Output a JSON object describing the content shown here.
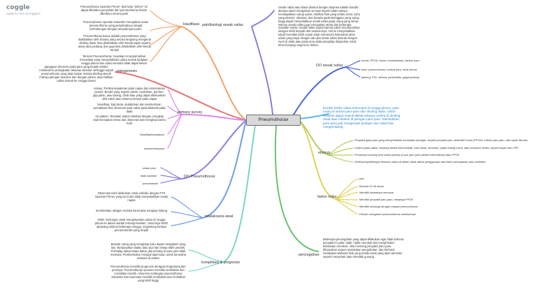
{
  "brand": {
    "name": "coggle",
    "tagline": "made for free at coggle.it"
  },
  "center": "Pneumothorax",
  "colors": {
    "orange": "#f0a46a",
    "red": "#e57373",
    "pink": "#de7fb4",
    "violet": "#dc86ec",
    "indigo": "#8b7fdf",
    "blue": "#6f9ee6",
    "sky": "#5fb8e8",
    "teal": "#79d6c4",
    "green": "#66c46e",
    "yellow": "#e1d25a",
    "lime": "#b3cf62",
    "navy": "#4d66d4"
  },
  "branches": {
    "klasifikasi": {
      "label": "klasifikasi",
      "items": [
        "Pneumothorax Spontan Primer: Dari kata \"primer\" ini dapat diketahui penyebab dari pneumothorax belum diketahui secara pasti",
        "Pneumothorax spontan sekunder merupakan suatu pneumothorax yang penyebabnya sangat berhubungan dengan penyakit paru-paru",
        "Pneumothorax kasus adalah pneumothorax yang diakibatkan oleh trauma yang secara langsung mengenai dinding dada, bisa disebabkan oleh benda tajam seperti pisau atau pedang. dan juga bisa disebabkan oleh benda tumpul",
        "Tension Pneumothorax: Keadaan ini terjadi akibat kerusakan yang menyebabkan udara masuk kedalam rongga pleura dan udara tersebut tidak dapat keluar"
      ]
    },
    "patofisiologi": {
      "label": "patofisiologi sesak nafas",
      "text": "Sesak nafas atau biasa disebut dengan dispnea adalah kondisi dimana tubuh mengalami sensasi seperti tidak mampu mendapatkan cukup udara. Aktifitas fisik yang terlalu berat, suhu yang ekstrim, obesitas, dan berada pada ketinggian yang cukup tinggi dapat menyebabkan sesak nafas pada orang yang sehat. Namun sesak nafas juga merupakan tanda dari beberapa masalah medis. Sesak nafas terjadi karena tubuh membutuhkan oksigen lebih banyak dari sebelumnya. Hal ini menyebabkan tubuh bernafas lebih cepat untuk memenuhi kebutuhan akan udara yang kaya oksigen dan jika sesak nafas disertai dengan nyeri di dada atau pada area dada pengidap dianjurkan untuk terus kunjungi segera ke dokter"
    },
    "patogenesis": {
      "label": "patogenesis",
      "text": "gangguan deuresis pada paru yang terjadi melalui mekanisme peningkatan tekanan alveolar sehingga terjadi pneumothorax yang akan keluar melalui dinding alveoli menuju jaringan alveolus dan dengan pleura, atau bahkan udara masuk ke rongga pleura"
    },
    "primary_survey": {
      "label": "primary survey",
      "items": [
        "Airway: Periksa kepatenan jalan napas dan kemampuan pasien. Benda yang sejenis darah, muntahan, permen, gigi palsu, atau tulang. Obat atau yang dapat dikeluarkan oleh tubuh atau sistema bentuk jalan napas",
        "breathing: kaji irama, kedalaman dan kesimetrisan pernafasan dan observasi pola nafas pada bilateral pada dada",
        "circulation: Tentukan status sirkulasi dengan mengkaji nadi kecepatan irama dan observasi dan mengkaji warna kulit",
        "Disability/kesadaran",
        "expose/eksposur"
      ]
    },
    "do_pneumothorax": {
      "label": "DO Pneumothorax",
      "items": [
        "sesak paru",
        "tidak sadaran",
        "pneumatosis"
      ]
    },
    "tatalaksana": {
      "label": "tatalaksana awal",
      "items": [
        "Observasi tekni dilakukan untuk individu dengan PTS Spontan Primer yang kecil dan tidak menyebabkan sesak napas",
        "memberikan oksigen melalui kanul atau sungkup hidung",
        "WSD: berfungsi untuk mengeluarkan udara di rongga pleura ke dalam wadah tertutup lewatan. Umumnya WSD dipasang selama beberapa minggu, tergantung berapa pneumotoraks yang terjadi"
      ]
    },
    "komplikasi": {
      "label": "komplikasi & prognosis",
      "items": [
        "Banyak orang yang mengidap suku dapat mengalami yang lain. Berdasarkan waktu atau dua hari setiap lebih pendek. Terhadap udara tanpa bakar, jika keluarg di paru paru tidak memulai. Pembentukan menjadi dipersiuan untuk berusaha tekanan di antara",
        "Pneumothorax memiliki prognosis beragam tergantung dari jenisnya. Pneumothorax spontan memiliki morbiditas dan mortalitas rendah, rekurensi sedangan pneumothorax sekunder dan traumatis memiliki morbiditas dan mortalitas yang lebih tinggi"
      ]
    },
    "pencegahan": {
      "label": "pencegahan",
      "text": "Beberapa pencegahan yang dapat dilakukan agar tidak terkena penyakit ini yaitu: tidak / tidak merokok dan menghindari kebiasaan merokok. Jika memang penyakit paru-paru diharuskan segera melakukan pengobatan. dan berhenti melakukan aktivitas fisik yang terlalu berat yang akan beresiko seperti menyelam atau mendaki gunung"
    },
    "faktor_risiko": {
      "label": "faktor risiko",
      "items": [
        "pria",
        "Berusia 20-40 tahun",
        "Memiliki kebiasaan merokok",
        "Memiliki penyakit paru-paru, misalnya PPOK",
        "Memiliki keluarga dengan riwayat pneumothorax",
        "Pernah mengalami pneumothorax sebelumnya"
      ]
    },
    "etiologi": {
      "label": "etiologi",
      "items": [
        "Penyakit gaya paru yang menyebabkan kerusakan jaringan, seperti penyakit paru obstruktif kronis (PPOK), infeksi paru-paru, dan cystic fibrosis",
        "Cedera pada dada, misalnya akibat luka tembak, luka tusuk, benturan, patah tulang rusuk, atau prosedur medis, seperti biopsi dan CPR",
        "Pecahnya kantung kecil udara (blebs) di luar paru-paru akibat melemahnya atau PPOK",
        "Sebelumnya/terlegan tekanan udara di dalam dada akibat penggunaan alat bantu pernapasan atau ventilator"
      ]
    },
    "kondisi": {
      "text": "kondisi ketika udara terkumpul di rongga pleura, yaitu ruang di antara paru-paru dan dinding dada. Udara tersebut dapat masuk akibat adanya cedera di dinding dada atau robekan di jaringan paru-paru. Disebabkan, paru-paru jadi mengempis (kolaps) dan tidak bisa mengembang."
    },
    "do_sesak": {
      "label": "DO sesak nafas",
      "items": [
        "kronis: PPOK, Asma, bronkiektasis, kanker paru",
        "akut: pneumothorax, emboli paru, efusi pleura",
        "jantung: PJK, aritmia, perikarditis, gagal jantung"
      ]
    }
  }
}
